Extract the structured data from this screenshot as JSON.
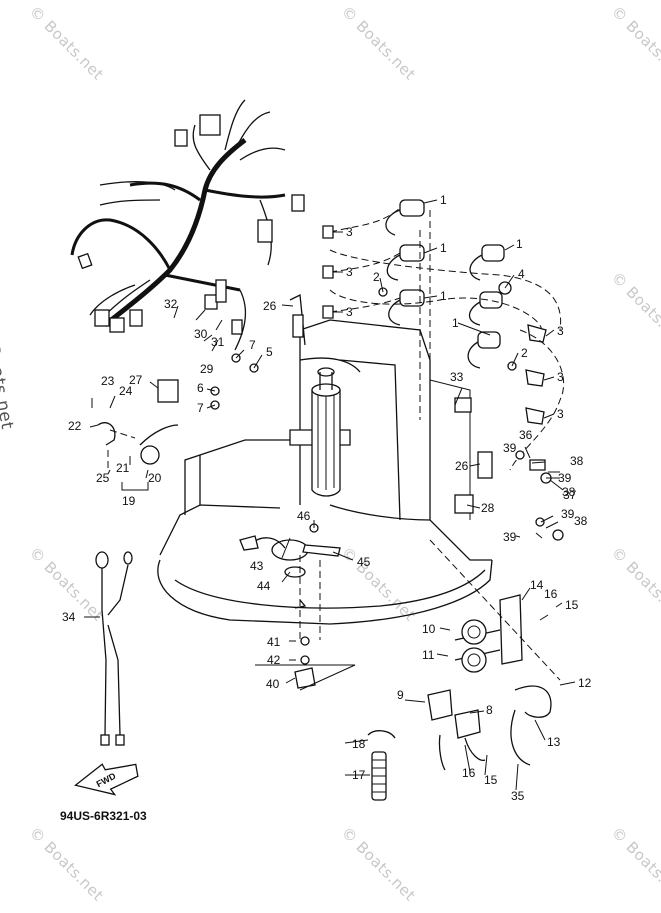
{
  "watermark": "© Boats.net",
  "diagram_code": "94US-6R321-03",
  "fwd_label": "FWD",
  "callouts": [
    "1",
    "1",
    "1",
    "1",
    "1",
    "2",
    "2",
    "3",
    "3",
    "3",
    "3",
    "3",
    "3",
    "4",
    "5",
    "6",
    "7",
    "7",
    "8",
    "9",
    "10",
    "11",
    "12",
    "13",
    "14",
    "15",
    "15",
    "16",
    "16",
    "17",
    "18",
    "19",
    "20",
    "21",
    "22",
    "23",
    "24",
    "25",
    "26",
    "26",
    "27",
    "28",
    "29",
    "30",
    "31",
    "32",
    "33",
    "34",
    "35",
    "36",
    "37",
    "38",
    "38",
    "38",
    "39",
    "39",
    "39",
    "39",
    "40",
    "41",
    "42",
    "43",
    "44",
    "45",
    "46"
  ]
}
